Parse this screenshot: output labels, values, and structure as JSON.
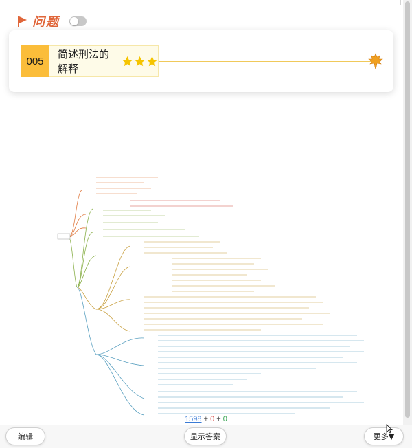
{
  "header": {
    "title": "问题",
    "toggle_state": "off",
    "flag_color": "#e0663a"
  },
  "question": {
    "number": "005",
    "title": "简述刑法的解释",
    "star_count": 3,
    "star_color": "#f5c400",
    "number_bg": "#fbbd3a"
  },
  "mindmap": {
    "image_description_icon": "mindmap-image"
  },
  "stats": {
    "total": "1598",
    "plus1": "+",
    "red": "0",
    "plus2": "+",
    "green": "0"
  },
  "footer": {
    "edit_label": "编辑",
    "show_answer_label": "显示答案",
    "more_label": "更多▼"
  }
}
